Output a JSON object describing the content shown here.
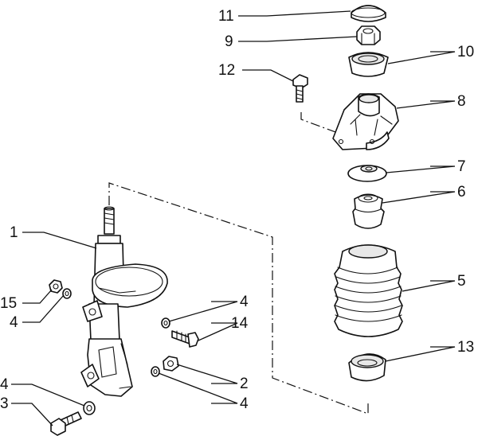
{
  "callouts": {
    "c1": "1",
    "c2": "2",
    "c3": "3",
    "c4a": "4",
    "c4b": "4",
    "c4c": "4",
    "c4d": "4",
    "c5": "5",
    "c6": "6",
    "c7": "7",
    "c8": "8",
    "c9": "9",
    "c10": "10",
    "c11": "11",
    "c12": "12",
    "c13": "13",
    "c14": "14",
    "c15": "15"
  },
  "colors": {
    "line": "#111111",
    "background": "#ffffff",
    "shade": "#e8e8e8"
  }
}
